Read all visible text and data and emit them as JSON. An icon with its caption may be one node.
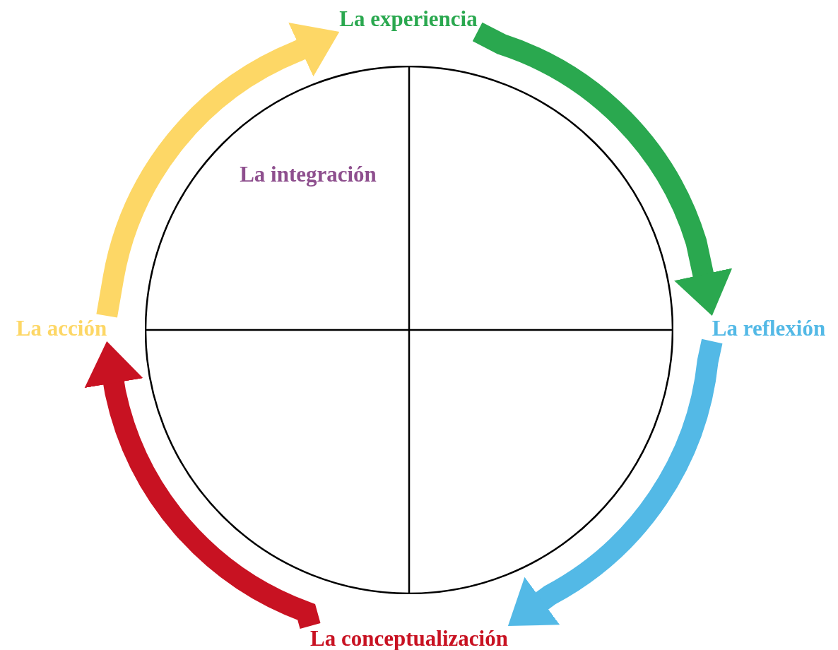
{
  "diagram": {
    "nodes": [
      {
        "text": [
          "La experiencia"
        ]
      },
      {
        "text": [
          "La reflexión"
        ]
      },
      {
        "text": [
          "La conceptualización"
        ]
      },
      {
        "text": [
          "La acción"
        ]
      },
      {
        "text": [
          "La integración"
        ]
      }
    ],
    "edges": [
      {
        "from": 3,
        "to": 0,
        "arrow": "to",
        "color": "#fdd766"
      },
      {
        "from": 0,
        "to": 1,
        "arrow": "to",
        "color": "#2aa84f"
      },
      {
        "from": 1,
        "to": 2,
        "arrow": "to",
        "color": "#53b9e6"
      },
      {
        "from": 2,
        "to": 3,
        "arrow": "to",
        "color": "#c81222"
      }
    ]
  }
}
